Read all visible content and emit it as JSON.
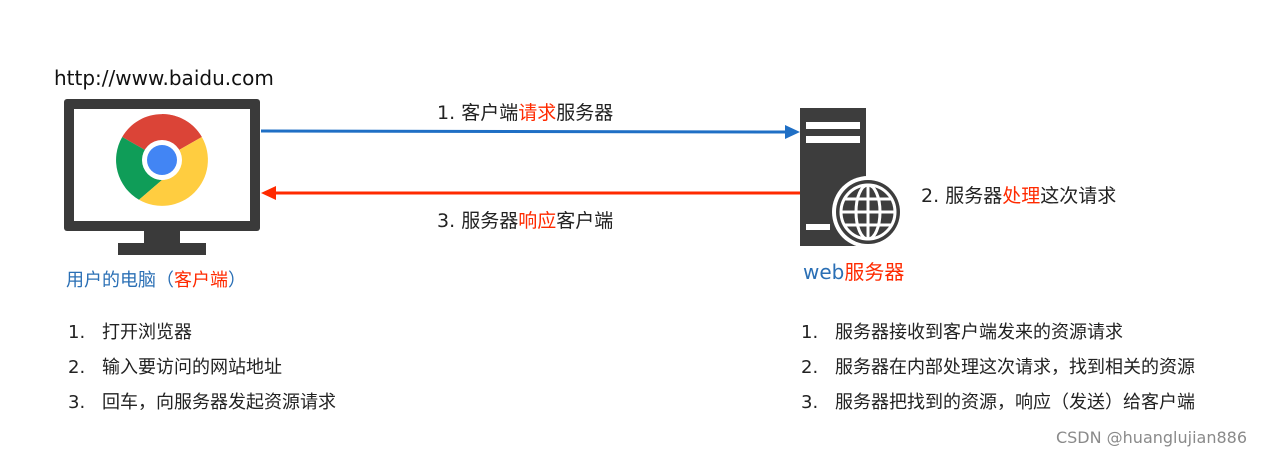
{
  "client": {
    "url": "http://www.baidu.com",
    "caption_prefix": "用户的电脑（",
    "caption_highlight": "客户端",
    "caption_suffix": "）",
    "steps": [
      {
        "num": "1.",
        "text": "打开浏览器"
      },
      {
        "num": "2.",
        "text": "输入要访问的网站地址"
      },
      {
        "num": "3.",
        "text": "回车，向服务器发起资源请求"
      }
    ]
  },
  "arrows": {
    "request": {
      "num": "1.",
      "pre": "客户端",
      "highlight": "请求",
      "post": "服务器"
    },
    "response": {
      "num": "3.",
      "pre": "服务器",
      "highlight": "响应",
      "post": "客户端"
    }
  },
  "server": {
    "process": {
      "num": "2.",
      "pre": "服务器",
      "highlight": "处理",
      "post": "这次请求"
    },
    "caption_prefix": "web",
    "caption_highlight": "服务器",
    "steps": [
      {
        "num": "1.",
        "text": "服务器接收到客户端发来的资源请求"
      },
      {
        "num": "2.",
        "text": "服务器在内部处理这次请求，找到相关的资源"
      },
      {
        "num": "3.",
        "text": "服务器把找到的资源，响应（发送）给客户端"
      }
    ]
  },
  "watermark": "CSDN @huanglujian886",
  "colors": {
    "accent_red": "#ff2a00",
    "accent_blue": "#2a6fb5",
    "request_arrow": "#1f6fc5",
    "response_arrow": "#ff2a00"
  }
}
